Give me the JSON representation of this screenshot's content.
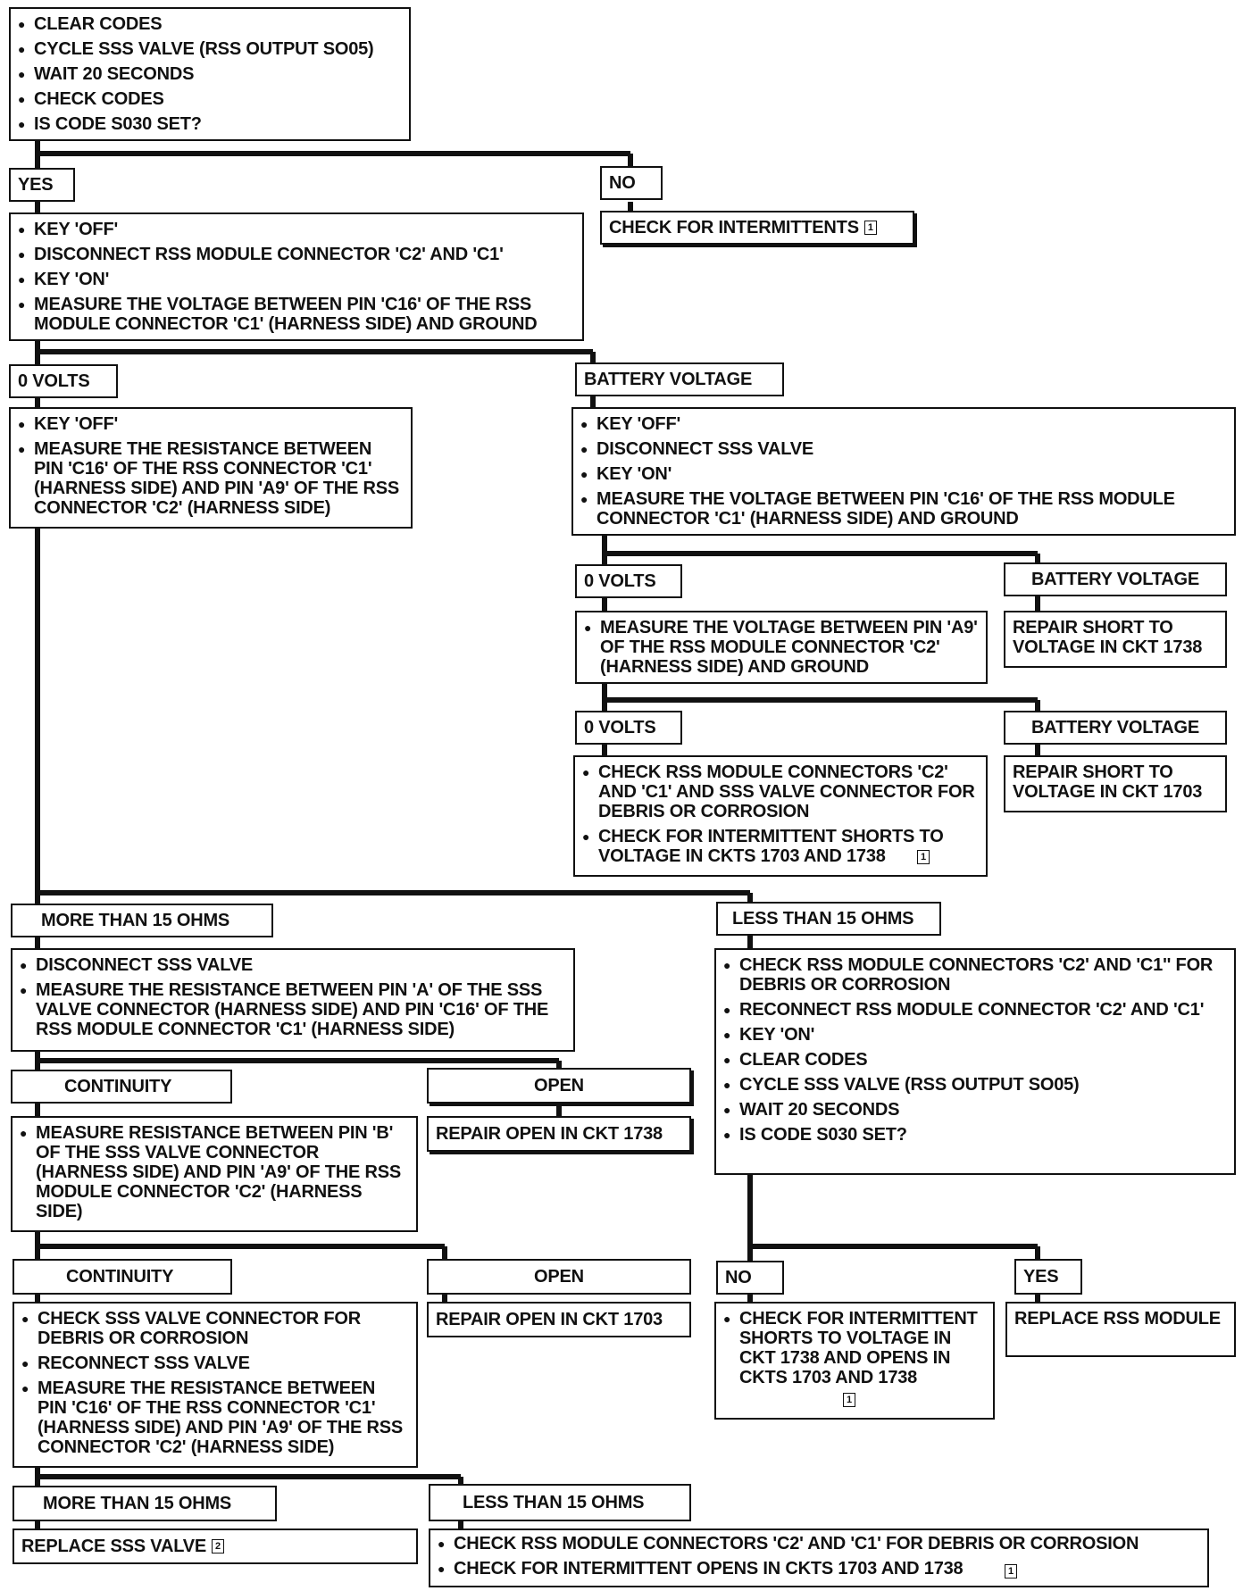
{
  "nodes": {
    "start": [
      "CLEAR CODES",
      "CYCLE SSS VALVE (RSS OUTPUT SO05)",
      "WAIT 20 SECONDS",
      "CHECK CODES",
      "IS CODE S030 SET?"
    ],
    "yes_1": "YES",
    "no_1": "NO",
    "intermittents_1": "CHECK FOR INTERMITTENTS",
    "step_key_off_c2_c1": [
      "KEY 'OFF'",
      "DISCONNECT RSS MODULE CONNECTOR 'C2' AND 'C1'",
      "KEY 'ON'",
      "MEASURE THE VOLTAGE BETWEEN PIN 'C16' OF THE RSS MODULE CONNECTOR 'C1' (HARNESS SIDE) AND GROUND"
    ],
    "zero_volts_1": "0 VOLTS",
    "battery_voltage_1": "BATTERY VOLTAGE",
    "step_resistance_c16_a9": [
      "KEY 'OFF'",
      "MEASURE THE RESISTANCE BETWEEN PIN 'C16' OF THE RSS CONNECTOR 'C1' (HARNESS SIDE) AND PIN 'A9' OF THE RSS CONNECTOR 'C2' (HARNESS SIDE)"
    ],
    "step_disconnect_sss_voltage": [
      "KEY 'OFF'",
      "DISCONNECT SSS VALVE",
      "KEY 'ON'",
      "MEASURE THE VOLTAGE BETWEEN PIN 'C16' OF THE RSS MODULE CONNECTOR 'C1' (HARNESS SIDE) AND GROUND"
    ],
    "zero_volts_2": "0 VOLTS",
    "battery_voltage_2": "BATTERY VOLTAGE",
    "step_voltage_a9": [
      "MEASURE THE VOLTAGE BETWEEN PIN 'A9' OF THE RSS MODULE CONNECTOR 'C2' (HARNESS SIDE) AND GROUND"
    ],
    "repair_short_1738": "REPAIR SHORT TO VOLTAGE IN CKT 1738",
    "zero_volts_3": "0 VOLTS",
    "battery_voltage_3": "BATTERY VOLTAGE",
    "step_check_connectors_shorts": [
      "CHECK RSS MODULE CONNECTORS 'C2' AND 'C1' AND SSS VALVE CONNECTOR FOR DEBRIS OR CORROSION",
      "CHECK FOR INTERMITTENT SHORTS TO VOLTAGE IN CKTS 1703 AND 1738"
    ],
    "repair_short_1703": "REPAIR SHORT TO VOLTAGE IN CKT 1703",
    "more_than_15_1": "MORE THAN 15 OHMS",
    "less_than_15_1": "LESS THAN 15 OHMS",
    "step_disconnect_sss_resistance": [
      "DISCONNECT SSS VALVE",
      "MEASURE THE RESISTANCE BETWEEN PIN 'A' OF THE SSS VALVE CONNECTOR (HARNESS SIDE) AND PIN 'C16' OF THE RSS MODULE CONNECTOR 'C1' (HARNESS SIDE)"
    ],
    "step_reconnect_recheck": [
      "CHECK RSS MODULE CONNECTORS 'C2' AND 'C1'' FOR DEBRIS OR CORROSION",
      "RECONNECT RSS MODULE CONNECTOR 'C2' AND 'C1'",
      "KEY 'ON'",
      "CLEAR CODES",
      "CYCLE SSS VALVE (RSS OUTPUT SO05)",
      "WAIT 20 SECONDS",
      "IS CODE S030 SET?"
    ],
    "continuity_1": "CONTINUITY",
    "open_1": "OPEN",
    "step_resistance_pin_b": [
      "MEASURE RESISTANCE BETWEEN PIN 'B' OF THE SSS VALVE CONNECTOR (HARNESS SIDE) AND PIN 'A9' OF THE RSS MODULE CONNECTOR 'C2' (HARNESS SIDE)"
    ],
    "repair_open_1738": "REPAIR OPEN IN CKT 1738",
    "continuity_2": "CONTINUITY",
    "open_2": "OPEN",
    "no_2": "NO",
    "yes_2": "YES",
    "step_check_sss_connector": [
      "CHECK SSS VALVE CONNECTOR FOR DEBRIS OR CORROSION",
      "RECONNECT SSS VALVE",
      "MEASURE THE RESISTANCE BETWEEN PIN 'C16' OF THE RSS CONNECTOR 'C1' (HARNESS SIDE) AND PIN 'A9' OF THE RSS CONNECTOR 'C2' (HARNESS SIDE)"
    ],
    "repair_open_1703": "REPAIR OPEN IN CKT 1703",
    "step_intermittent_shorts_opens": [
      "CHECK FOR INTERMITTENT SHORTS TO VOLTAGE IN CKT 1738 AND OPENS IN CKTS 1703 AND 1738"
    ],
    "replace_rss_module": "REPLACE RSS MODULE",
    "more_than_15_2": "MORE THAN 15 OHMS",
    "less_than_15_2": "LESS THAN 15 OHMS",
    "replace_sss_valve": "REPLACE SSS VALVE",
    "step_final_checks": [
      "CHECK RSS MODULE CONNECTORS 'C2' AND 'C1' FOR DEBRIS OR CORROSION",
      "CHECK FOR INTERMITTENT OPENS IN CKTS 1703 AND 1738"
    ]
  },
  "note_refs": {
    "one": "1",
    "two": "2"
  },
  "colors": {
    "ink": "#111111",
    "paper": "#ffffff"
  }
}
